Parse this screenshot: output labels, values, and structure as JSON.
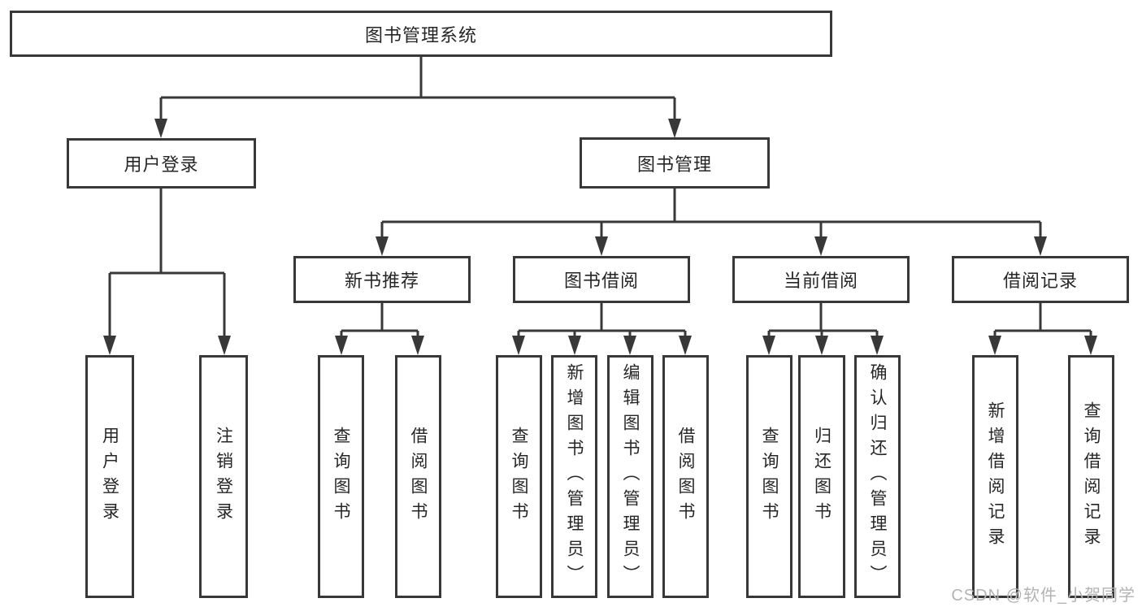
{
  "colors": {
    "line": "#383838",
    "box_border": "#383838",
    "text": "#262626",
    "watermark": "#b3b3b3",
    "background": "#ffffff"
  },
  "diagram_type": "hierarchy-tree",
  "nodes": {
    "root": "图书管理系统",
    "user_login": "用户登录",
    "book_management": "图书管理",
    "new_book_recommend": "新书推荐",
    "book_borrow": "图书借阅",
    "current_borrow": "当前借阅",
    "borrow_records": "借阅记录",
    "leaf_user_login": "用户登录",
    "leaf_logout": "注销登录",
    "leaf_recommend_query": "查询图书",
    "leaf_recommend_borrow": "借阅图书",
    "leaf_borrow_query": "查询图书",
    "leaf_borrow_add": "新增图书（管理员）",
    "leaf_borrow_edit": "编辑图书（管理员）",
    "leaf_borrow_borrow": "借阅图书",
    "leaf_current_query": "查询图书",
    "leaf_current_return": "归还图书",
    "leaf_current_confirm": "确认归还（管理员）",
    "leaf_records_add": "新增借阅记录",
    "leaf_records_query": "查询借阅记录"
  },
  "watermark": {
    "text": "CSDN @软件_小贺同学"
  }
}
